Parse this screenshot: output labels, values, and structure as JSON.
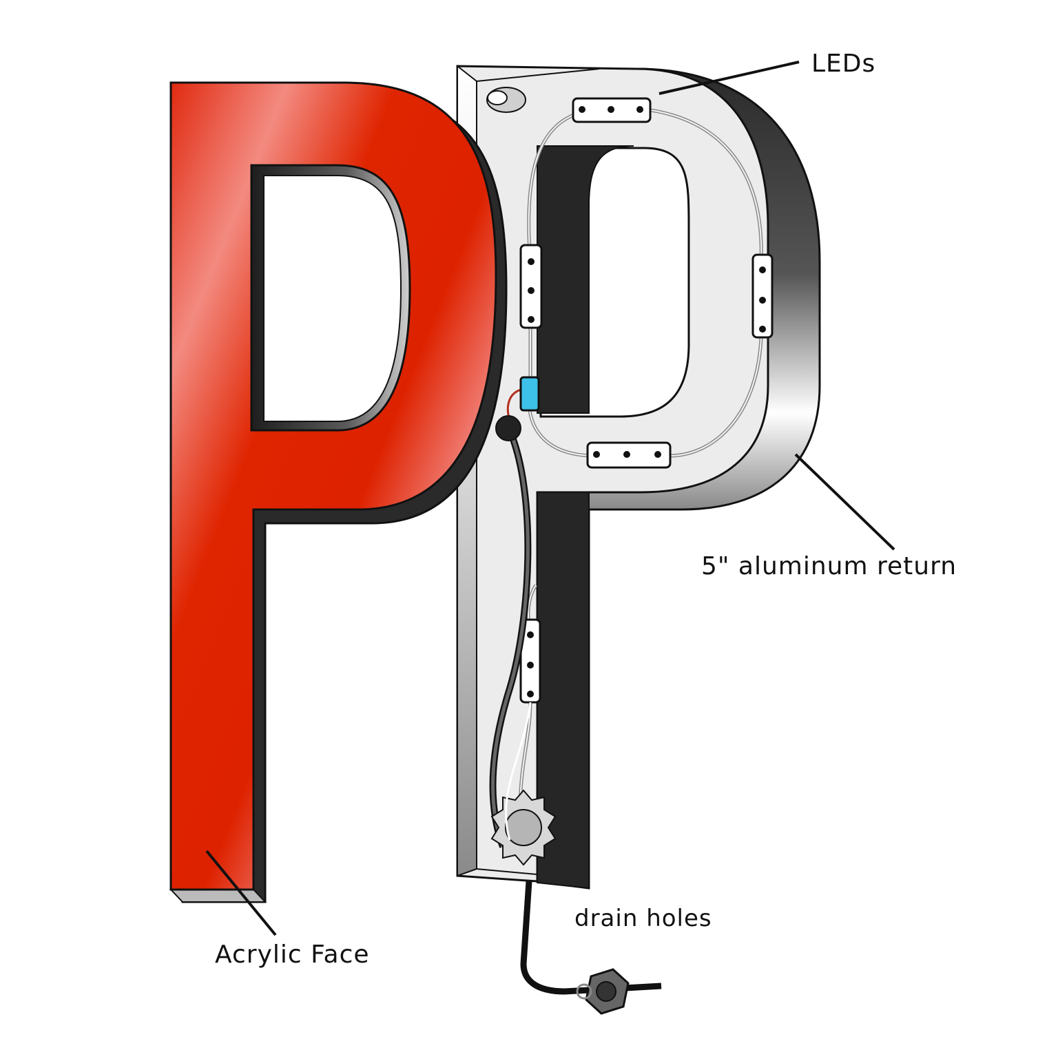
{
  "labels": {
    "leds": "LEDs",
    "aluminum_return": "5\" aluminum return",
    "drain_holes": "drain holes",
    "acrylic_face": "Acrylic Face"
  },
  "colors": {
    "acrylic_face_red": "#dd2200",
    "acrylic_highlight": "#f58a80",
    "return_dark": "#2b2b2b",
    "return_light": "#ffffff",
    "back_panel": "#ececec",
    "led_module": "#ffffff",
    "power_supply": "#3ec1e8",
    "cable": "#222222",
    "wire": "#b33020"
  },
  "icons": {
    "led_module": "led-module-icon",
    "power_supply": "power-supply-icon",
    "cable_gland": "cable-gland-icon",
    "drain_hole": "drain-hole-icon"
  }
}
